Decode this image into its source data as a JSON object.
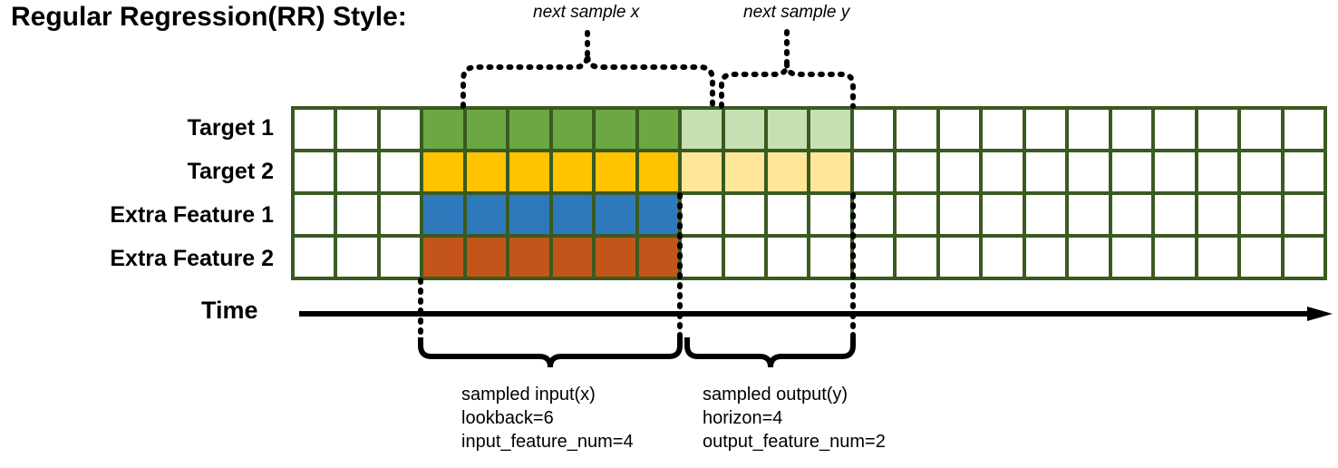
{
  "title": "Regular Regression(RR) Style:",
  "rows": [
    {
      "label": "Target 1",
      "series_key": "target1"
    },
    {
      "label": "Target 2",
      "series_key": "target2"
    },
    {
      "label": "Extra Feature 1",
      "series_key": "extra1"
    },
    {
      "label": "Extra Feature 2",
      "series_key": "extra2"
    }
  ],
  "time_axis": {
    "label": "Time",
    "arrow": "right-arrow"
  },
  "captions": {
    "next_sample_x": "next sample x",
    "next_sample_y": "next sample y"
  },
  "notes": {
    "input": {
      "title": "sampled input(x)",
      "line2": "lookback=6",
      "line3": "input_feature_num=4"
    },
    "output": {
      "title": "sampled output(y)",
      "line2": "horizon=4",
      "line3": "output_feature_num=2"
    }
  },
  "colors": {
    "grid_border": "#3A5A20",
    "empty": "#FFFFFF",
    "target1_input": "#6BA843",
    "target1_output": "#C6E0B4",
    "target2_input": "#FFC300",
    "target2_output": "#FFE699",
    "extra1_input": "#2E79BC",
    "extra2_input": "#C4551A",
    "annotation": "#000000"
  },
  "chart_data": {
    "type": "heatmap",
    "title": "Regular Regression(RR) Style:",
    "n_columns": 24,
    "n_rows": 4,
    "lookback": 6,
    "horizon": 4,
    "input_feature_num": 4,
    "output_feature_num": 2,
    "input_start_column": 4,
    "input_end_column": 9,
    "output_start_column": 10,
    "output_end_column": 13,
    "row_names": [
      "Target 1",
      "Target 2",
      "Extra Feature 1",
      "Extra Feature 2"
    ],
    "legend": [
      "sampled input(x)",
      "sampled output(y)"
    ],
    "cells": {
      "target1": [
        "empty",
        "empty",
        "empty",
        "input",
        "input",
        "input",
        "input",
        "input",
        "input",
        "output",
        "output",
        "output",
        "output",
        "empty",
        "empty",
        "empty",
        "empty",
        "empty",
        "empty",
        "empty",
        "empty",
        "empty",
        "empty",
        "empty"
      ],
      "target2": [
        "empty",
        "empty",
        "empty",
        "input",
        "input",
        "input",
        "input",
        "input",
        "input",
        "output",
        "output",
        "output",
        "output",
        "empty",
        "empty",
        "empty",
        "empty",
        "empty",
        "empty",
        "empty",
        "empty",
        "empty",
        "empty",
        "empty"
      ],
      "extra1": [
        "empty",
        "empty",
        "empty",
        "input",
        "input",
        "input",
        "input",
        "input",
        "input",
        "empty",
        "empty",
        "empty",
        "empty",
        "empty",
        "empty",
        "empty",
        "empty",
        "empty",
        "empty",
        "empty",
        "empty",
        "empty",
        "empty",
        "empty"
      ],
      "extra2": [
        "empty",
        "empty",
        "empty",
        "input",
        "input",
        "input",
        "input",
        "input",
        "input",
        "empty",
        "empty",
        "empty",
        "empty",
        "empty",
        "empty",
        "empty",
        "empty",
        "empty",
        "empty",
        "empty",
        "empty",
        "empty",
        "empty",
        "empty"
      ]
    }
  }
}
